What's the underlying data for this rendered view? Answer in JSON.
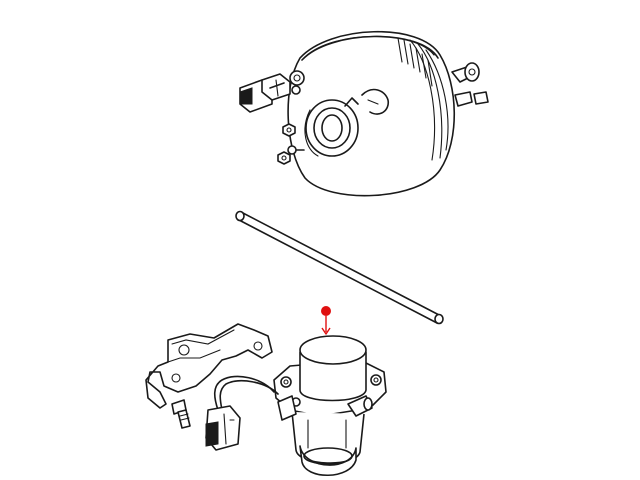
{
  "diagram": {
    "parts": [
      {
        "name": "brake-booster"
      },
      {
        "name": "vacuum-sensor-connector"
      },
      {
        "name": "mounting-nut"
      },
      {
        "name": "vacuum-hose"
      },
      {
        "name": "mounting-bracket"
      },
      {
        "name": "bolt"
      },
      {
        "name": "vacuum-pump"
      },
      {
        "name": "wire-harness-connector"
      }
    ],
    "callout": {
      "target": "vacuum-pump",
      "color": "#e01010"
    }
  }
}
